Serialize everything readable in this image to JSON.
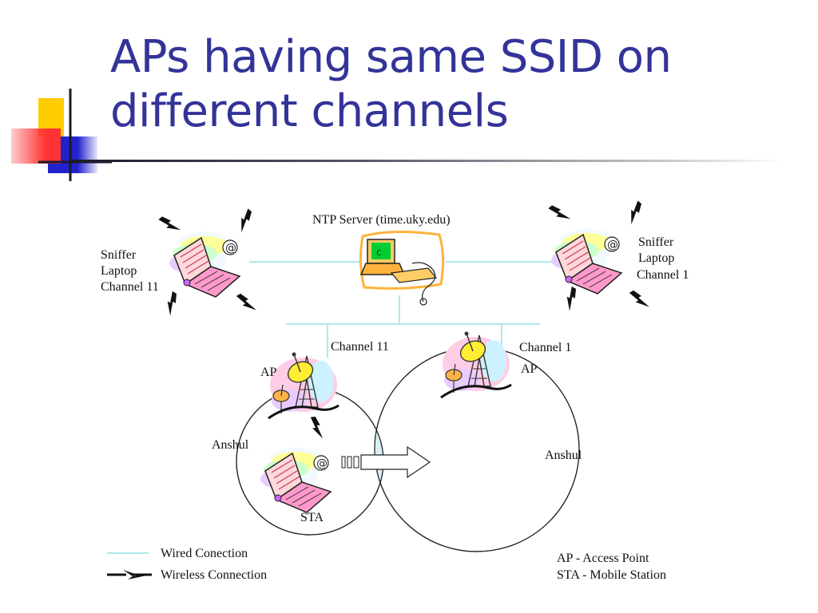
{
  "slide": {
    "title_line1": "APs having same SSID on",
    "title_line2": "different channels"
  },
  "diagram": {
    "ntp_server": "NTP Server (time.uky.edu)",
    "left_sniffer": [
      "Sniffer",
      "Laptop",
      "Channel 11"
    ],
    "right_sniffer": [
      "Sniffer",
      "Laptop",
      "Channel 1"
    ],
    "left_ap_channel": "Channel 11",
    "right_ap_channel": "Channel 1",
    "left_ap": "AP",
    "right_ap": "AP",
    "left_user": "Anshul",
    "right_user": "Anshul",
    "sta": "STA"
  },
  "legend": {
    "wired": "Wired Conection",
    "wireless": "Wireless Connection",
    "ap_def": "AP - Access Point",
    "sta_def": "STA - Mobile Station"
  },
  "colors": {
    "title": "#333399",
    "wired_line": "#aee8ee",
    "deco_yellow": "#ffcc00",
    "deco_red": "#ff3333",
    "deco_blue": "#2222cc"
  }
}
